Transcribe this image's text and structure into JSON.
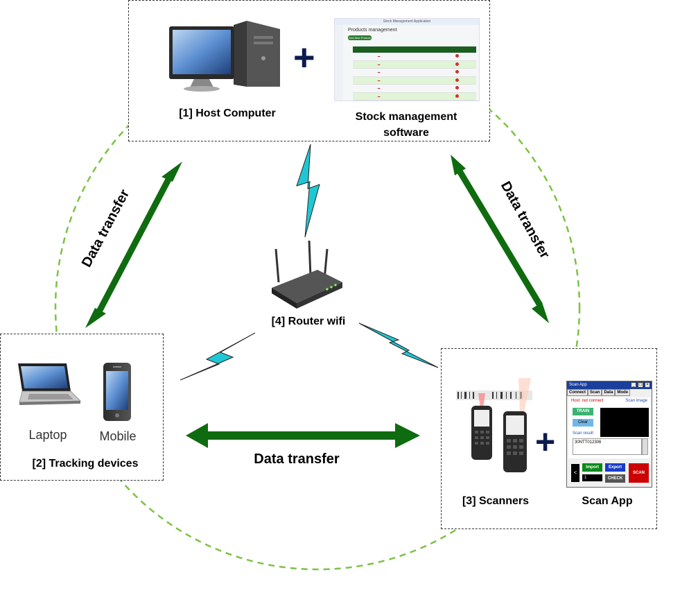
{
  "nodes": {
    "host": {
      "label": "[1] Host Computer"
    },
    "software": {
      "label_line1": "Stock management",
      "label_line2": "software"
    },
    "tracking": {
      "label": "[2] Tracking devices",
      "laptop": "Laptop",
      "mobile": "Mobile"
    },
    "scanners": {
      "label": "[3] Scanners",
      "app_label": "Scan App"
    },
    "router": {
      "label": "[4] Router wifi"
    }
  },
  "edges": {
    "left": "Data transfer",
    "right": "Data transfer",
    "bottom": "Data transfer"
  },
  "plus_sign": "+",
  "software_screen": {
    "window_title": "Stock Management Application",
    "page_title": "Products management",
    "add_button": "Add New Product"
  },
  "scan_app": {
    "title": "Scan App",
    "menu": [
      "Connect",
      "Scan",
      "Data",
      "Mode"
    ],
    "host_status": "Host: not connect",
    "scan_image": "Scan image",
    "train": "TRAIN",
    "clear": "Clear",
    "scan_result_label": "Scan result",
    "scan_result": "30NTT012306",
    "back": "<",
    "import": "Import",
    "export": "Export",
    "count": "1",
    "check": "CHECK",
    "scan": "SCAN"
  },
  "colors": {
    "arrow": "#0f6b0f",
    "dashed_circle": "#7cc243",
    "lightning": "#1fc7d4",
    "plus": "#0d1b4d"
  }
}
